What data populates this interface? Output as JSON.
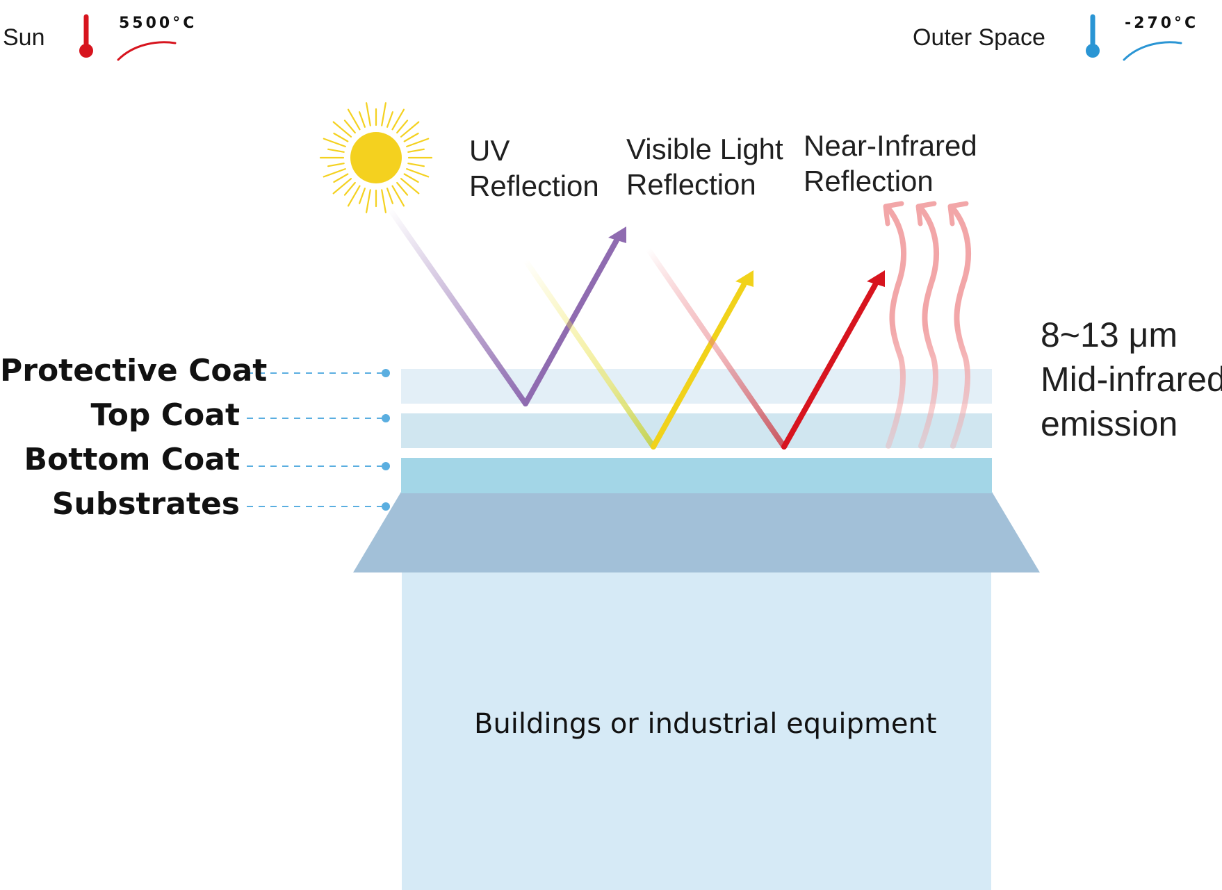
{
  "header": {
    "sun_label": "Sun",
    "sun_temp": "5500°C",
    "space_label": "Outer Space",
    "space_temp": "-270°C"
  },
  "layers": [
    {
      "label": "Protective Coat"
    },
    {
      "label": "Top Coat"
    },
    {
      "label": "Bottom Coat"
    },
    {
      "label": "Substrates"
    }
  ],
  "rays": {
    "uv": [
      "UV",
      "Reflection"
    ],
    "visible": [
      "Visible Light",
      "Reflection"
    ],
    "nir": [
      "Near-Infrared",
      "Reflection"
    ]
  },
  "emission": {
    "line1": "8~13 μm",
    "line2": "Mid-infrared",
    "line3": "emission"
  },
  "building_label": "Buildings or industrial equipment",
  "icons": [
    "hot-thermometer-icon",
    "cold-thermometer-icon",
    "sun-icon",
    "heat-wave-icon"
  ],
  "colors": {
    "hot": "#d7141e",
    "cold": "#2a95d4",
    "sun": "#f4d11f",
    "uv": "#8f6bb0",
    "visible": "#f1d21a",
    "nir": "#d7141e",
    "heat_waves": "#f2a6a8",
    "protective_coat": "#e3eff7",
    "top_coat": "#d0e6f0",
    "bottom_coat": "#a3d6e7",
    "substrate": "#a2c0d8",
    "building": "#d6eaf6",
    "leader_line": "#5aaee0"
  }
}
